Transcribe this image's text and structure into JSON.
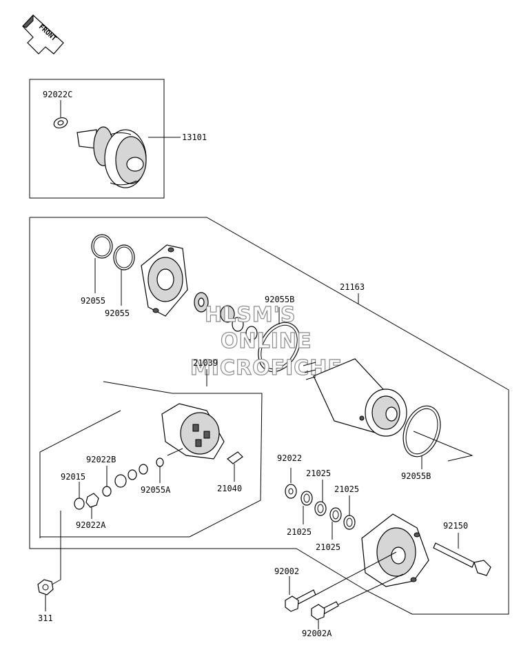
{
  "front_label": "FRONT",
  "watermark": [
    "HLSM'S",
    "ONLINE",
    "MICROFICHE"
  ],
  "parts": {
    "p92022C": "92022C",
    "p13101": "13101",
    "p92055_a": "92055",
    "p92055_b": "92055",
    "p21163": "21163",
    "p92055B_top": "92055B",
    "p21039": "21039",
    "p92022B": "92022B",
    "p92015": "92015",
    "p92022A": "92022A",
    "p92055A": "92055A",
    "p21040": "21040",
    "p92022": "92022",
    "p21025_a": "21025",
    "p21025_b": "21025",
    "p21025_c": "21025",
    "p21025_d": "21025",
    "p92055B_bot": "92055B",
    "p92150": "92150",
    "p92002": "92002",
    "p92002A": "92002A",
    "p311": "311"
  }
}
